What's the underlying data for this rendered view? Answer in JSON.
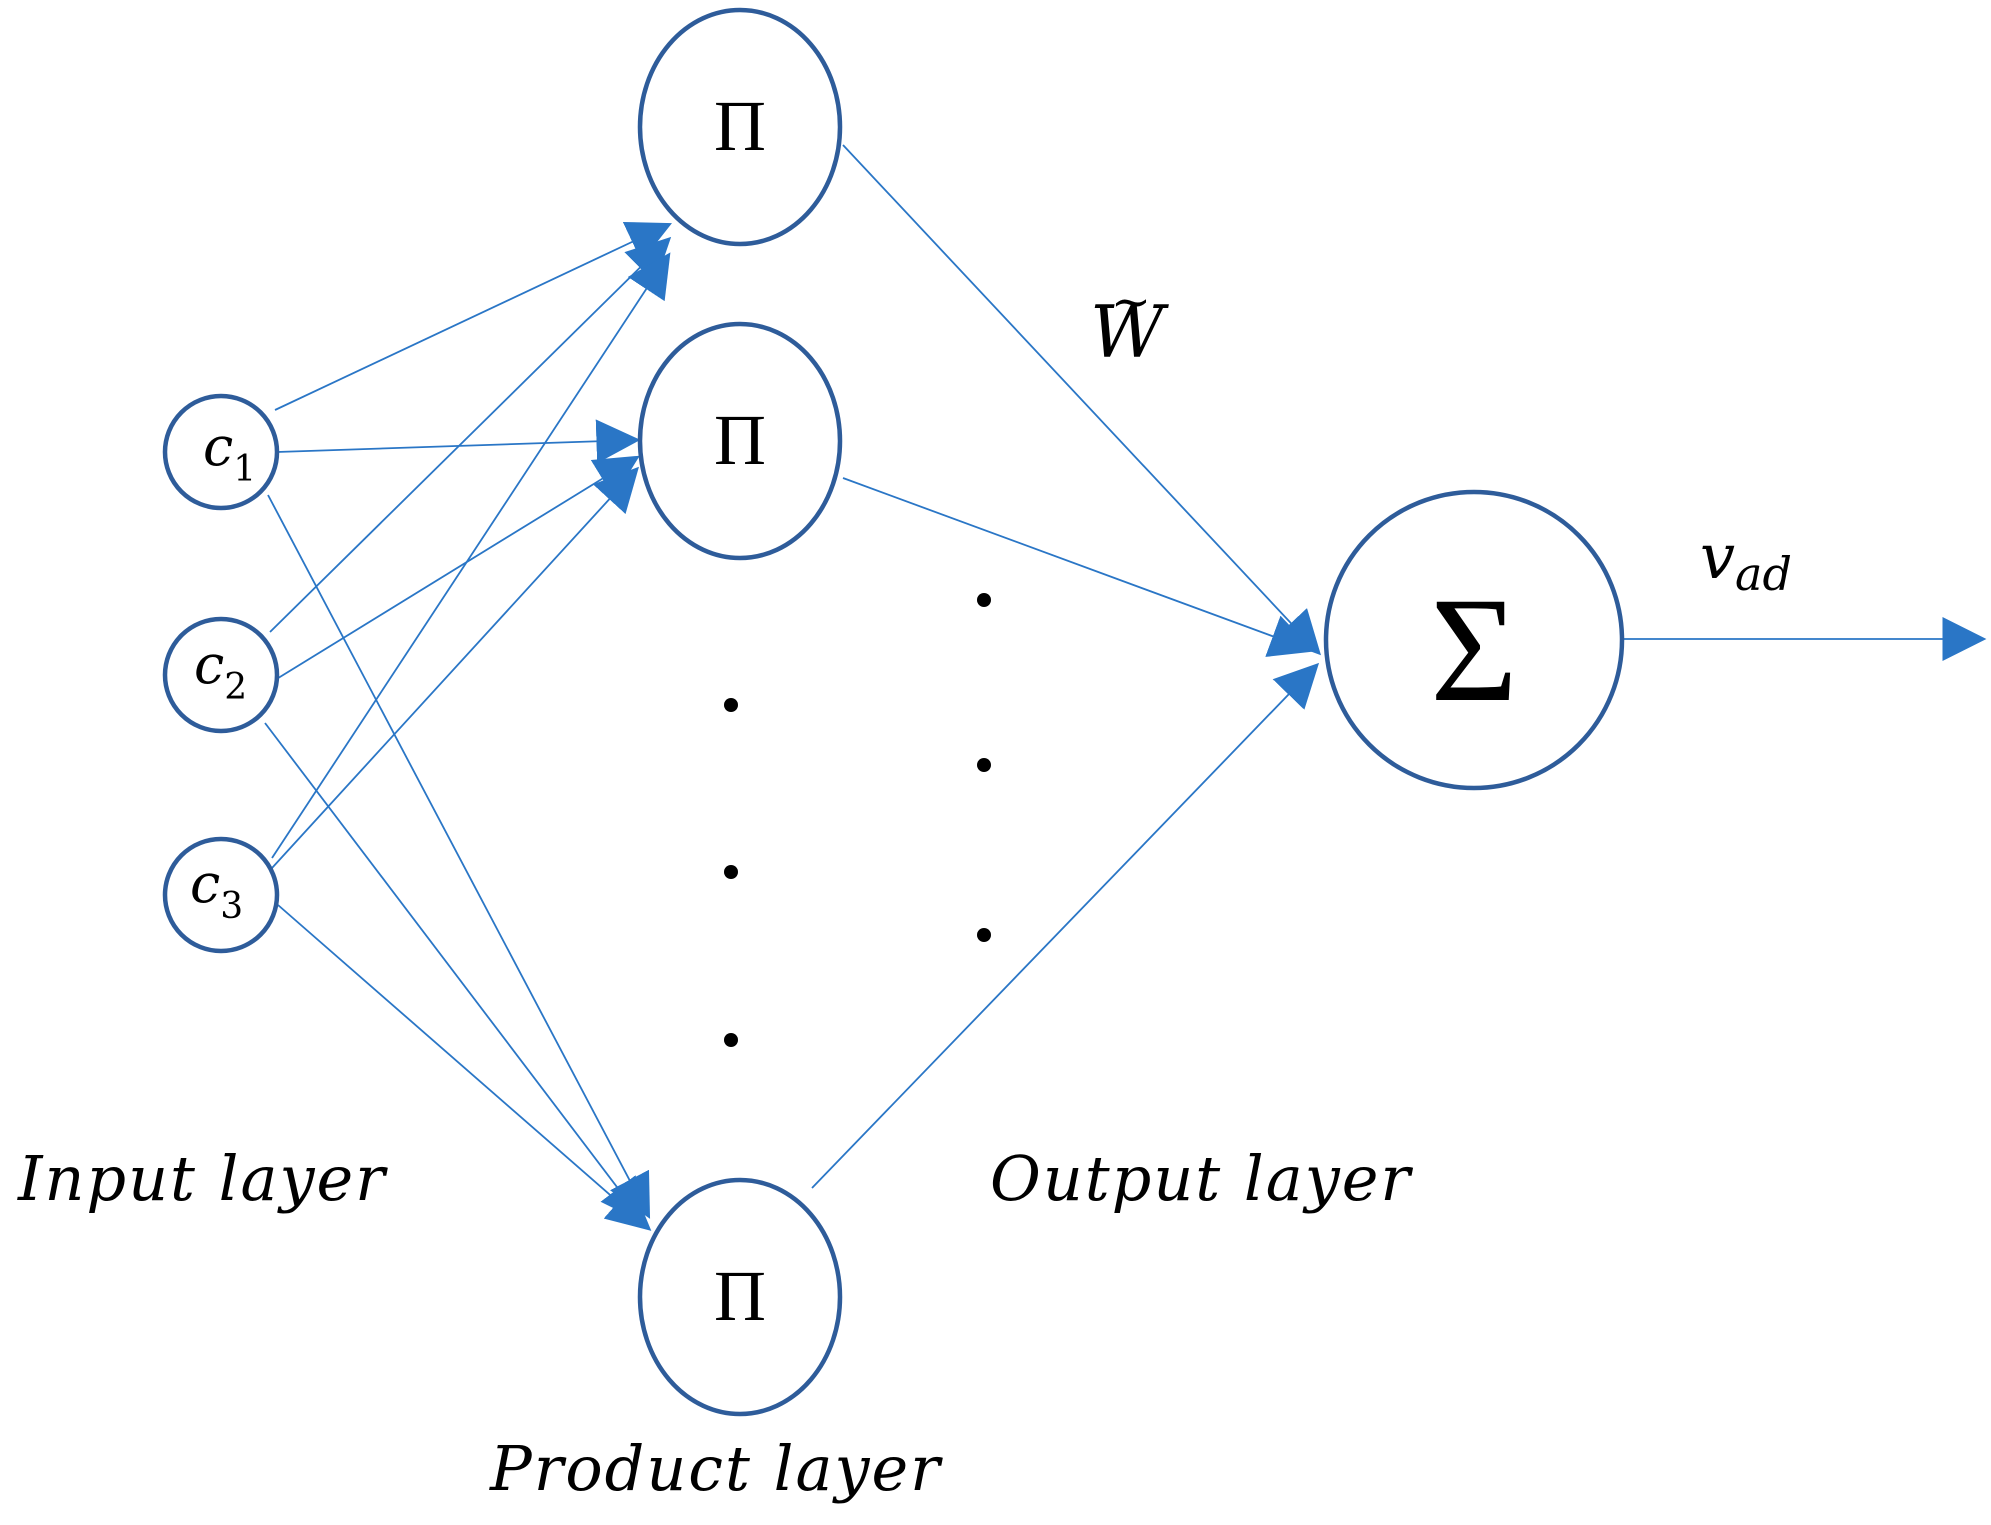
{
  "diagram": {
    "inputs": [
      {
        "id": "c1",
        "symbol": "c",
        "subscript": "1"
      },
      {
        "id": "c2",
        "symbol": "c",
        "subscript": "2"
      },
      {
        "id": "c3",
        "symbol": "c",
        "subscript": "3"
      }
    ],
    "product_nodes": [
      {
        "id": "p1",
        "symbol": "Π"
      },
      {
        "id": "p2",
        "symbol": "Π"
      },
      {
        "id": "p3",
        "symbol": "Π"
      }
    ],
    "sum_node": {
      "id": "sum",
      "symbol": "Σ"
    },
    "weight_label": {
      "symbol": "W",
      "accent": "~"
    },
    "output_label": {
      "symbol": "v",
      "subscript": "ad"
    },
    "layer_labels": {
      "input": "Input layer",
      "product": "Product layer",
      "output": "Output layer"
    },
    "colors": {
      "node_stroke": "#2e5c9a",
      "edge": "#2a76c6",
      "text": "#000000"
    }
  }
}
